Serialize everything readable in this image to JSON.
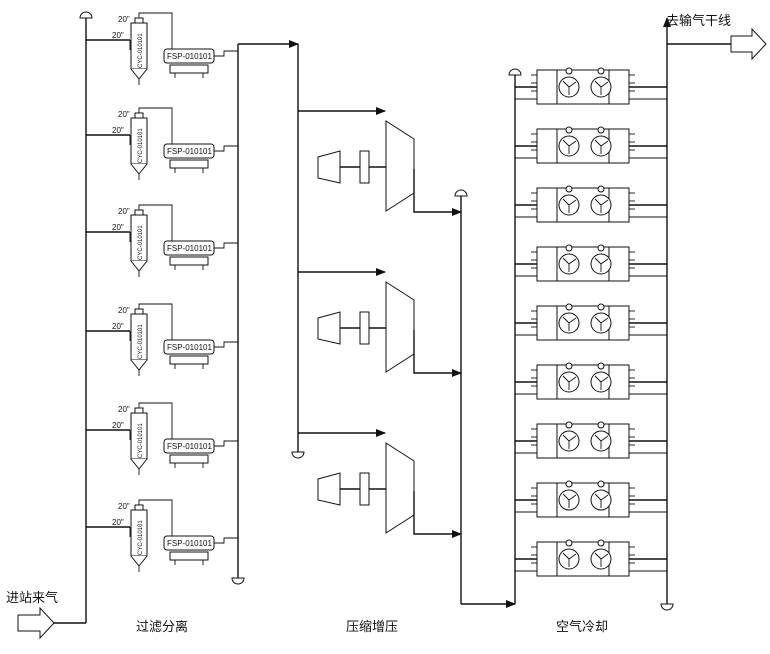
{
  "labels": {
    "inlet": "进站来气",
    "outlet": "去输气干线",
    "stage_filter": "过滤分离",
    "stage_compress": "压缩增压",
    "stage_cool": "空气冷却"
  },
  "filter_trains": [
    {
      "pipe_upper": "20\"",
      "pipe_lower": "20\"",
      "cyclone_tag": "CYC-010101",
      "filter_tag": "FSP-010101"
    },
    {
      "pipe_upper": "20\"",
      "pipe_lower": "20\"",
      "cyclone_tag": "CYC-010101",
      "filter_tag": "FSP-010101"
    },
    {
      "pipe_upper": "20\"",
      "pipe_lower": "20\"",
      "cyclone_tag": "CYC-010101",
      "filter_tag": "FSP-010101"
    },
    {
      "pipe_upper": "20\"",
      "pipe_lower": "20\"",
      "cyclone_tag": "CYC-010101",
      "filter_tag": "FSP-010101"
    },
    {
      "pipe_upper": "20\"",
      "pipe_lower": "20\"",
      "cyclone_tag": "CYC-010101",
      "filter_tag": "FSP-010101"
    },
    {
      "pipe_upper": "20\"",
      "pipe_lower": "20\"",
      "cyclone_tag": "CYC-010101",
      "filter_tag": "FSP-010101"
    }
  ],
  "compressor_count": 3,
  "cooler_count": 9,
  "colors": {
    "line": "#111111",
    "background": "#ffffff"
  }
}
